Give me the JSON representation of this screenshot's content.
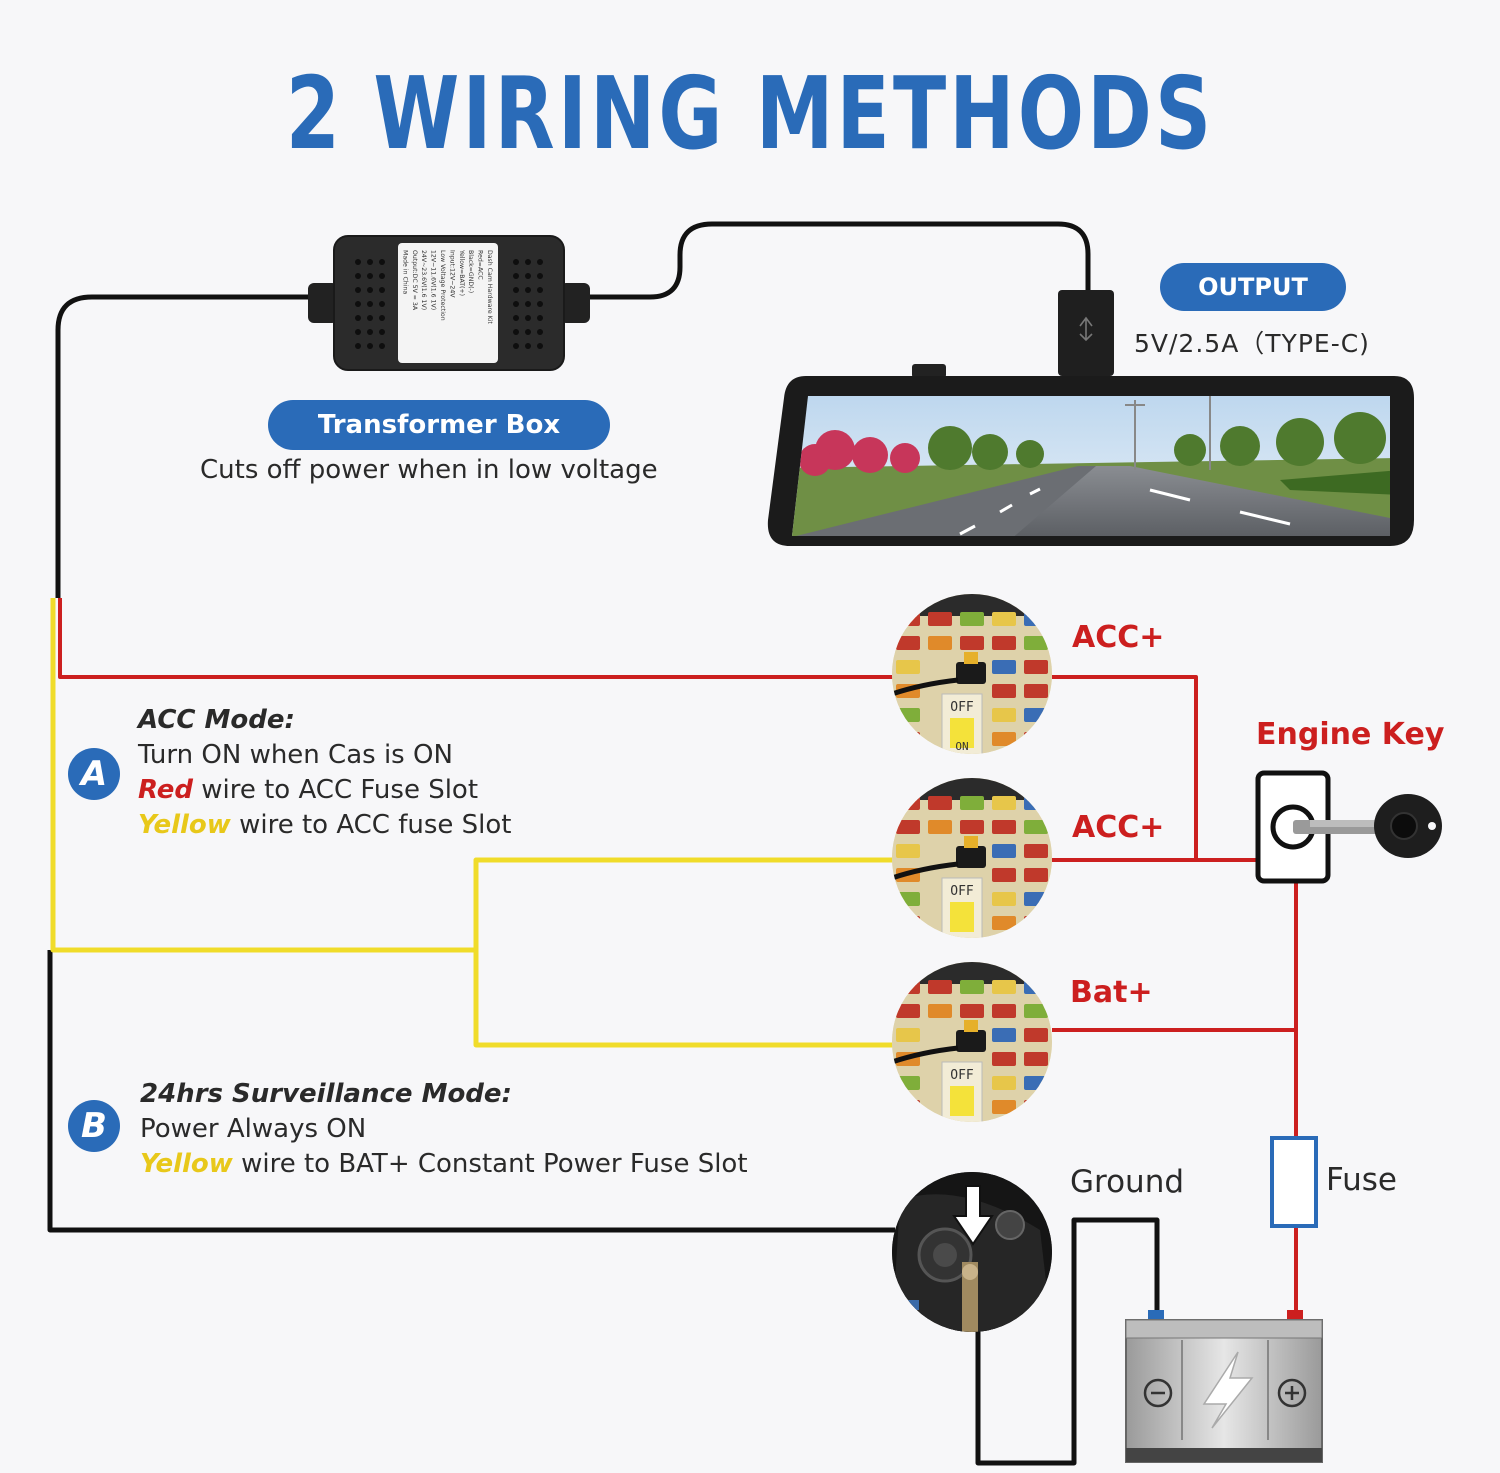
{
  "title": "2 WIRING METHODS",
  "transformer": {
    "badge": "Transformer Box",
    "caption": "Cuts off power when in low voltage",
    "label_lines": [
      "Dash Cam Hardware Kit",
      "Red=ACC",
      "Black=GND(-)",
      "Yellow=BAT(+)",
      "Input:12V~24V",
      "Low Voltage Protection",
      "12V~11.6V(1.6 1V)",
      "24V~23.6V(1.6 1V)",
      "Output:DC 5V = 3A",
      "Made in China"
    ]
  },
  "output": {
    "badge": "OUTPUT",
    "spec": "5V/2.5A（TYPE-C)"
  },
  "labels": {
    "acc1": "ACC+",
    "acc2": "ACC+",
    "bat": "Bat+",
    "engine_key": "Engine Key",
    "ground": "Ground",
    "fuse": "Fuse"
  },
  "fuse_photo_text": {
    "off": "OFF",
    "on": "ON"
  },
  "mode_a": {
    "badge": "A",
    "title": "ACC Mode:",
    "line1": "Turn ON when Cas is ON",
    "line2_key": "Red",
    "line2_rest": " wire to ACC Fuse Slot",
    "line3_key": "Yellow",
    "line3_rest": " wire to ACC fuse Slot"
  },
  "mode_b": {
    "badge": "B",
    "title": "24hrs Surveillance Mode:",
    "line1": "Power Always ON",
    "line2_key": "Yellow",
    "line2_rest": " wire to BAT+ Constant Power Fuse Slot"
  },
  "colors": {
    "accent": "#2a6bb8",
    "red_wire": "#cc1f1f",
    "yellow_wire": "#f0dc2a",
    "black_wire": "#111111"
  }
}
